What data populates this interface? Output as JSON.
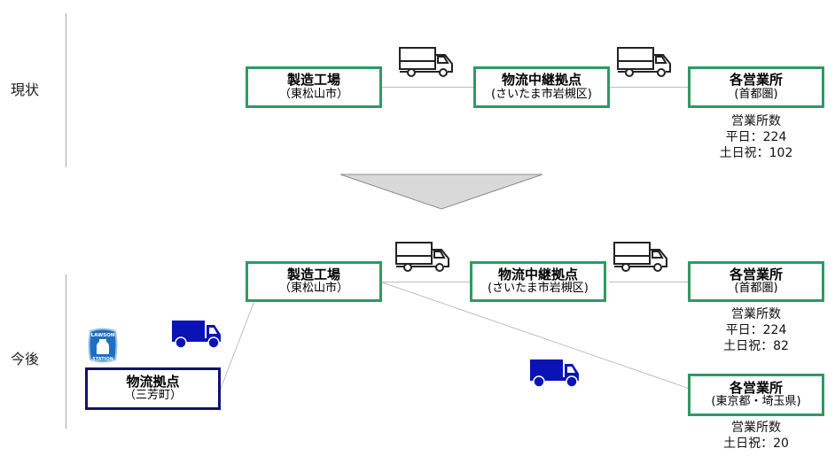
{
  "sections": {
    "current": {
      "label": "現状"
    },
    "future": {
      "label": "今後"
    }
  },
  "current": {
    "factory": {
      "title": "製造工場",
      "sub": "（東松山市）"
    },
    "relay": {
      "title": "物流中継拠点",
      "sub": "(さいたま市岩槻区)"
    },
    "offices": {
      "title": "各営業所",
      "sub": "(首都圏)",
      "stats": {
        "heading": "営業所数",
        "weekday": "平日：224",
        "weekend": "土日祝：102"
      }
    }
  },
  "future": {
    "factory": {
      "title": "製造工場",
      "sub": "（東松山市）"
    },
    "relay": {
      "title": "物流中継拠点",
      "sub": "(さいたま市岩槻区)"
    },
    "offices_metro": {
      "title": "各営業所",
      "sub": "(首都圏)",
      "stats": {
        "heading": "営業所数",
        "weekday": "平日：224",
        "weekend": "土日祝：82"
      }
    },
    "offices_tokyo_saitama": {
      "title": "各営業所",
      "sub": "(東京都・埼玉県)",
      "stats": {
        "heading": "営業所数",
        "weekend": "土日祝：20"
      }
    },
    "hub": {
      "title": "物流拠点",
      "sub": "（三芳町）",
      "logo": "lawson-station-logo"
    }
  },
  "icons": {
    "outline_truck": "truck-outline-icon",
    "solid_truck": "truck-solid-icon",
    "arrow": "down-triangle-arrow"
  },
  "colors": {
    "green_border": "#2e9a63",
    "navy_border": "#101270",
    "blue_truck": "#0a14b4",
    "arrow_fill": "#d9d9d9",
    "lawson_blue": "#1d6fc1"
  }
}
